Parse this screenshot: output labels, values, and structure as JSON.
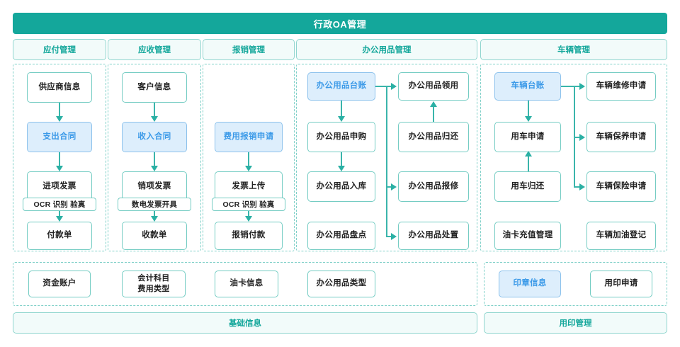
{
  "header": {
    "title": "行政OA管理",
    "bar_color": "#14a79b"
  },
  "colors": {
    "teal": "#14a79b",
    "teal_border": "#74ccc3",
    "teal_light_bg": "#f2fbfa",
    "arrow": "#2ab0a4",
    "highlight_bg": "#ddeefc",
    "highlight_border": "#8dc2ec",
    "highlight_text": "#3c9ae8",
    "dashed_border": "#7fd0c8"
  },
  "columns": [
    {
      "id": "payable",
      "header": "应付管理"
    },
    {
      "id": "receivable",
      "header": "应收管理"
    },
    {
      "id": "expense",
      "header": "报销管理"
    },
    {
      "id": "supplies",
      "header": "办公用品管理"
    },
    {
      "id": "vehicle",
      "header": "车辆管理"
    }
  ],
  "payable": {
    "n1": "供应商信息",
    "n2": "支出合同",
    "n3": "进项发票",
    "n3_sub": "OCR 识别 验真",
    "n4": "付款单"
  },
  "receivable": {
    "n1": "客户信息",
    "n2": "收入合同",
    "n3": "销项发票",
    "n3_sub": "数电发票开具",
    "n4": "收款单"
  },
  "expense": {
    "n2": "费用报销申请",
    "n3": "发票上传",
    "n3_sub": "OCR 识别 验真",
    "n4": "报销付款"
  },
  "supplies": {
    "l1": "办公用品台账",
    "l2": "办公用品申购",
    "l3": "办公用品入库",
    "l4": "办公用品盘点",
    "r1": "办公用品领用",
    "r2": "办公用品归还",
    "r3": "办公用品报修",
    "r4": "办公用品处置"
  },
  "vehicle": {
    "l1": "车辆台账",
    "l2": "用车申请",
    "l3": "用车归还",
    "l4": "油卡充值管理",
    "r1": "车辆维修申请",
    "r2": "车辆保养申请",
    "r3": "车辆保险申请",
    "r4": "车辆加油登记"
  },
  "basic_info": {
    "bar_label": "基础信息",
    "items": [
      {
        "label": "资金账户",
        "lines": [
          "资金账户"
        ]
      },
      {
        "label": "会计科目 费用类型",
        "lines": [
          "会计科目",
          "费用类型"
        ]
      },
      {
        "label": "油卡信息",
        "lines": [
          "油卡信息"
        ]
      },
      {
        "label": "办公用品类型",
        "lines": [
          "办公用品类型"
        ]
      }
    ],
    "item_0": "资金账户",
    "item_1_line1": "会计科目",
    "item_1_line2": "费用类型",
    "item_2": "油卡信息",
    "item_3": "办公用品类型"
  },
  "seal_management": {
    "bar_label": "用印管理",
    "item_0": "印章信息",
    "item_1": "用印申请"
  }
}
